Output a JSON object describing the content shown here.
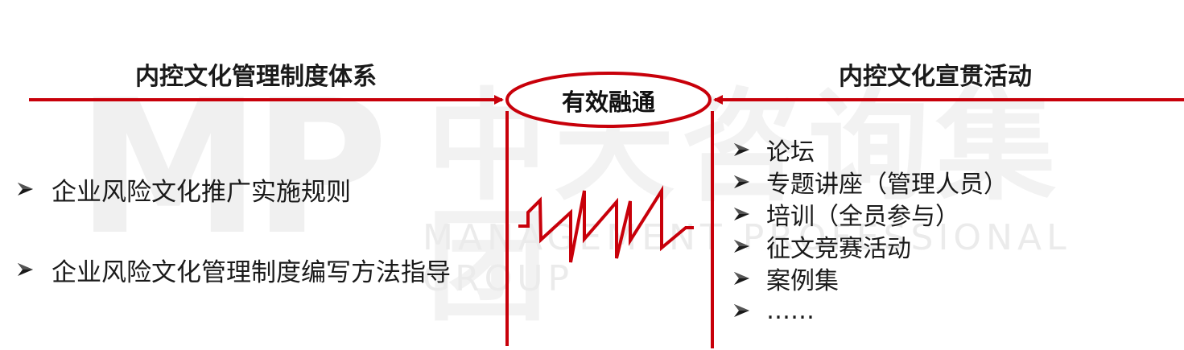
{
  "watermark": {
    "logo": "MP",
    "company_cn": "中天咨询集团",
    "company_en": "MANAGEMENT PROFESSIONAL GROUP"
  },
  "left": {
    "heading": "内控文化管理制度体系",
    "items": [
      {
        "label": "企业风险文化推广实施规则"
      },
      {
        "label": "企业风险文化管理制度编写方法指导"
      }
    ]
  },
  "center": {
    "label": "有效融通",
    "symbol": "zigzag-resistor"
  },
  "right": {
    "heading": "内控文化宣贯活动",
    "items": [
      {
        "label": "论坛"
      },
      {
        "label": "专题讲座（管理人员）"
      },
      {
        "label": "培训（全员参与）"
      },
      {
        "label": "征文竞赛活动"
      },
      {
        "label": "案例集"
      },
      {
        "label": "……"
      }
    ]
  },
  "colors": {
    "accent": "#c8000a",
    "text": "#1a1a1a",
    "watermark": "#f0f0f0"
  }
}
